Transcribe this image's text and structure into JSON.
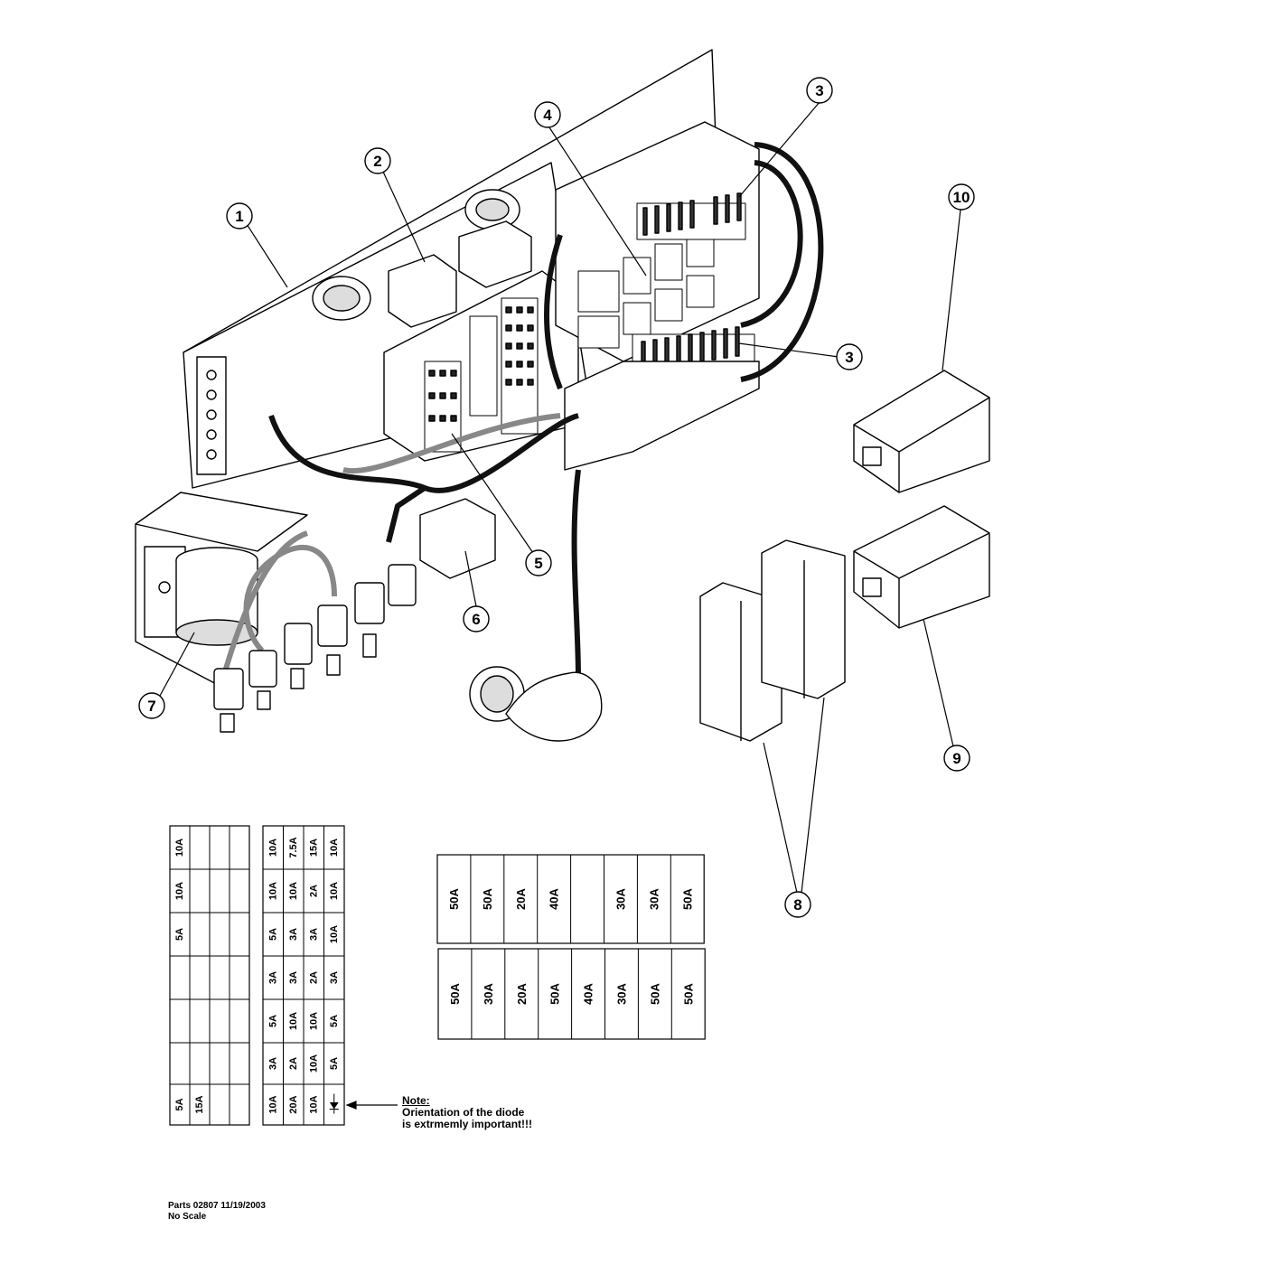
{
  "callouts": [
    "1",
    "2",
    "3",
    "3",
    "4",
    "5",
    "6",
    "7",
    "8",
    "9",
    "10"
  ],
  "fuse_table_left": {
    "rows": [
      [
        "10A",
        "",
        "",
        ""
      ],
      [
        "10A",
        "",
        "",
        ""
      ],
      [
        "5A",
        "",
        "",
        ""
      ],
      [
        "",
        "",
        "",
        ""
      ],
      [
        "",
        "",
        "",
        ""
      ],
      [
        "",
        "",
        "",
        ""
      ],
      [
        "5A",
        "15A",
        "",
        ""
      ]
    ]
  },
  "fuse_table_mid": {
    "rows": [
      [
        "10A",
        "7.5A",
        "15A",
        "10A"
      ],
      [
        "10A",
        "10A",
        "2A",
        "10A"
      ],
      [
        "5A",
        "3A",
        "3A",
        "10A"
      ],
      [
        "3A",
        "3A",
        "2A",
        "3A"
      ],
      [
        "5A",
        "10A",
        "10A",
        "5A"
      ],
      [
        "3A",
        "2A",
        "10A",
        "5A"
      ],
      [
        "10A",
        "20A",
        "10A",
        "diode"
      ]
    ]
  },
  "fuse_table_top": [
    "50A",
    "50A",
    "20A",
    "40A",
    "",
    "30A",
    "30A",
    "50A"
  ],
  "fuse_table_bottom": [
    "50A",
    "30A",
    "20A",
    "50A",
    "40A",
    "30A",
    "50A",
    "50A"
  ],
  "note": {
    "title": "Note:",
    "line1": "Orientation of the diode",
    "line2": "is extrmemly important!!!"
  },
  "footer": {
    "line1": "Parts 02807 11/19/2003",
    "line2": "No Scale"
  }
}
